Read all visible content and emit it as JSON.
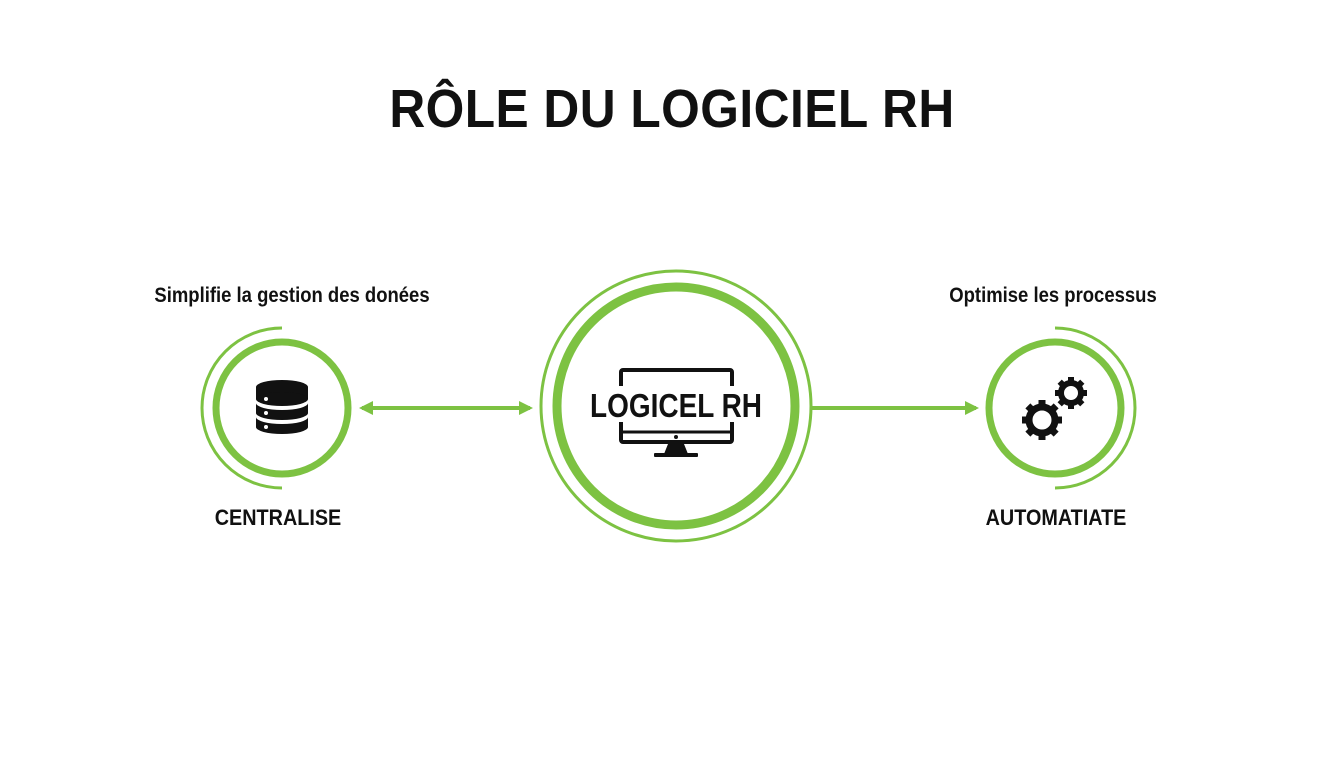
{
  "title": "RÔLE DU LOGICIEL RH",
  "colors": {
    "accent": "#7dc242",
    "text": "#111111",
    "background": "#ffffff"
  },
  "center": {
    "label": "LOGICEL RH",
    "icon": "monitor-icon"
  },
  "left_node": {
    "description": "Simplifie la gestion des donées",
    "name": "CENTRALISE",
    "icon": "database-icon",
    "connector": "bidirectional"
  },
  "right_node": {
    "description": "Optimise les processus",
    "name": "AUTOMATIATE",
    "icon": "gears-icon",
    "connector": "outgoing"
  }
}
